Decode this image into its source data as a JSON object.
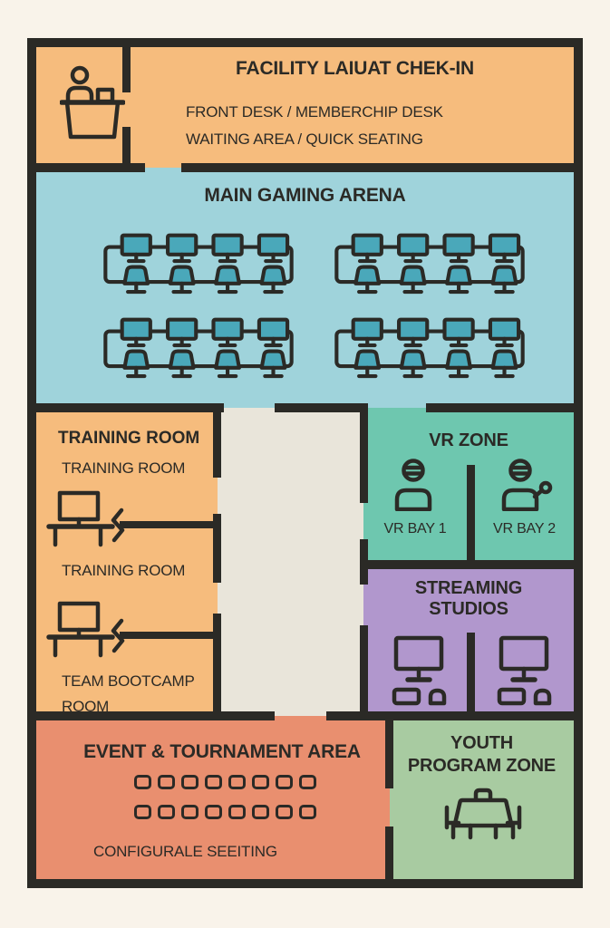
{
  "palette": {
    "wall": "#2b2a26",
    "background": "#f9f3ea",
    "checkin": "#f6bc7d",
    "arena": "#9fd3db",
    "arena_seat": "#4aa8ba",
    "training": "#f6bc7d",
    "corridor": "#e9e5da",
    "vr": "#6ec7af",
    "streaming": "#b197cd",
    "event": "#e98f6f",
    "youth": "#a8cba1",
    "text": "#2b2a26"
  },
  "rooms": {
    "checkin": {
      "title": "FACILITY LAIUAT CHEK-IN",
      "line1": "FRONT DESK / MEMBERCHIP DESK",
      "line2": "WAITING AREA / QUICK SEATING"
    },
    "arena": {
      "title": "MAIN GAMING ARENA",
      "bank_rows": 2,
      "bank_cols": 2,
      "seats_per_bank": 4
    },
    "training": {
      "header": "TRAINING ROOM",
      "room1": "TRAINING ROOM",
      "room2": "TRAINING ROOM",
      "bootcamp_line1": "TEAM BOOTCAMP",
      "bootcamp_line2": "ROOM"
    },
    "vr": {
      "title": "VR ZONE",
      "bay1": "VR BAY 1",
      "bay2": "VR BAY 2"
    },
    "streaming": {
      "title_line1": "STREAMING",
      "title_line2": "STUDIOS"
    },
    "event": {
      "title": "EVENT & TOURNAMENT AREA",
      "caption": "CONFIGURALE SEEITING",
      "seat_rows": 2,
      "seats_per_row": 8
    },
    "youth": {
      "title_line1": "YOUTH",
      "title_line2": "PROGRAM ZONE"
    }
  },
  "icons": {
    "checkin": "reception-desk-icon",
    "arena": "gaming-desk-bank-icon",
    "training": "training-desk-icon",
    "vr_bay1": "vr-player-icon",
    "vr_bay2": "vr-player-controller-icon",
    "streaming": "streaming-setup-icon",
    "youth": "group-table-icon"
  }
}
